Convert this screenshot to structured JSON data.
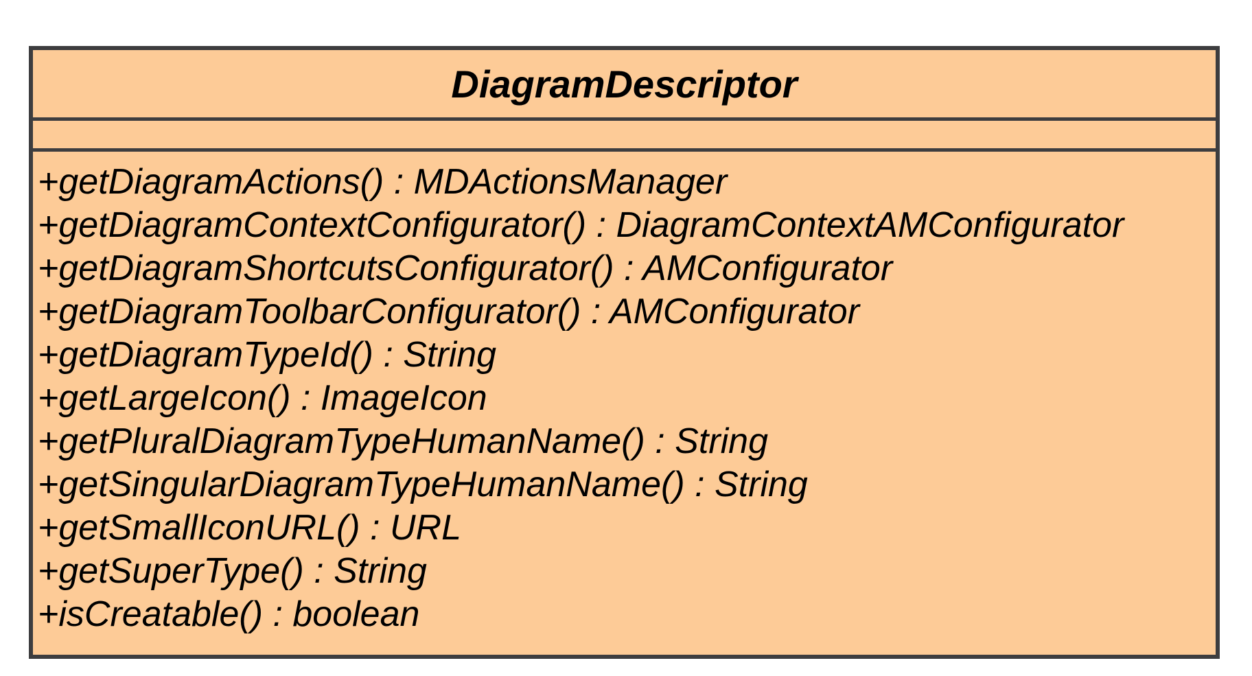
{
  "class_diagram": {
    "class": {
      "name": "DiagramDescriptor",
      "attributes": [],
      "operations": [
        "+getDiagramActions() : MDActionsManager",
        "+getDiagramContextConfigurator() : DiagramContextAMConfigurator",
        "+getDiagramShortcutsConfigurator() : AMConfigurator",
        "+getDiagramToolbarConfigurator() : AMConfigurator",
        "+getDiagramTypeId() : String",
        "+getLargeIcon() : ImageIcon",
        "+getPluralDiagramTypeHumanName() : String",
        "+getSingularDiagramTypeHumanName() : String",
        "+getSmallIconURL() : URL",
        "+getSuperType() : String",
        "+isCreatable() : boolean"
      ]
    },
    "colors": {
      "fill": "#fdcb97",
      "border": "#3d3d3f",
      "text": "#000000",
      "canvas_background": "#ffffff"
    }
  }
}
